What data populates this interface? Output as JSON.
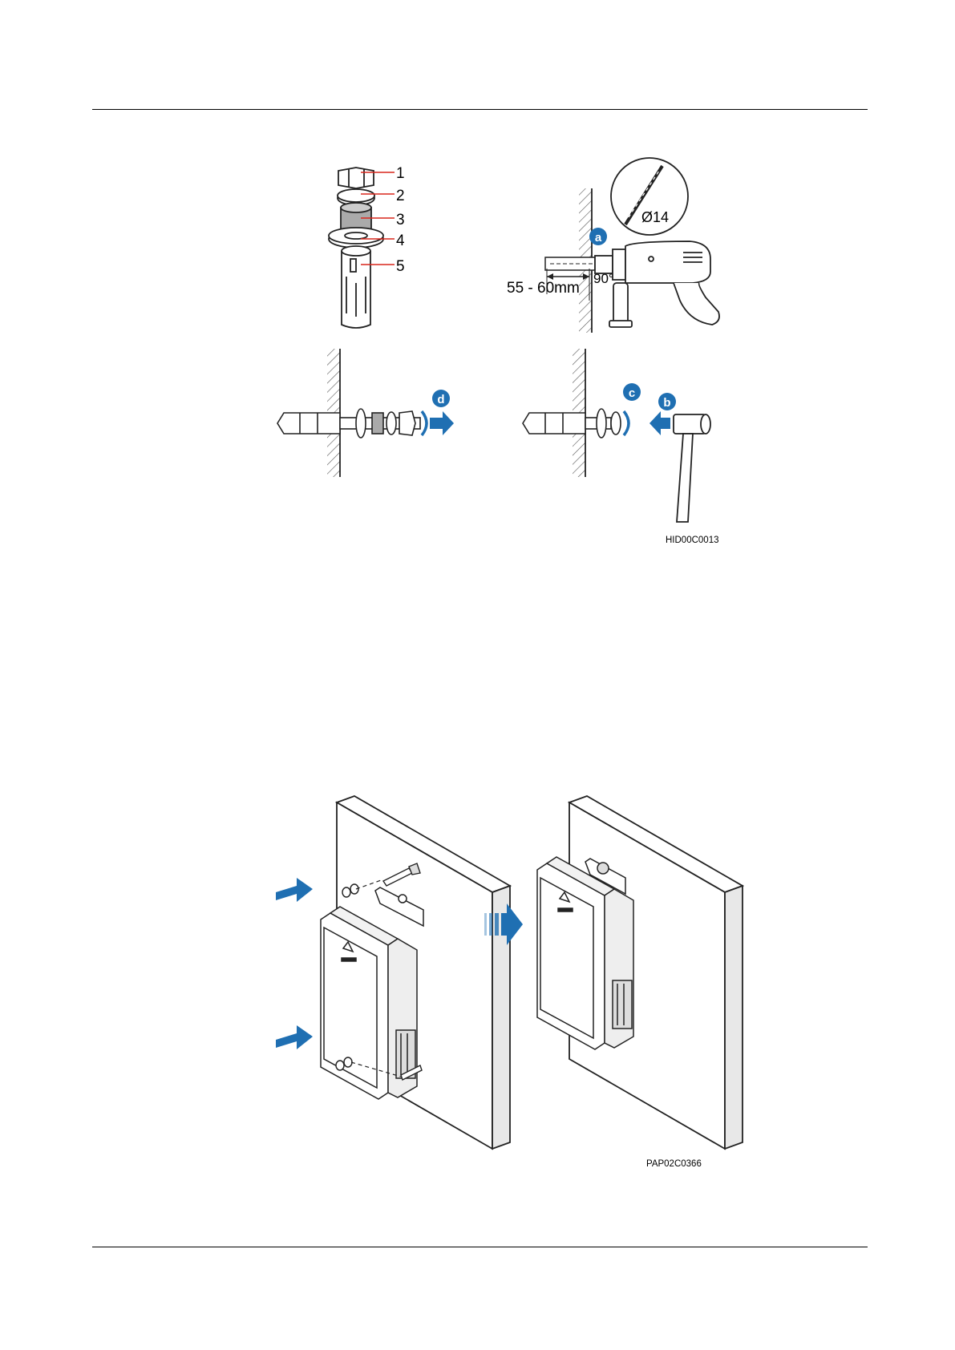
{
  "figure1": {
    "callouts": [
      "1",
      "2",
      "3",
      "4",
      "5"
    ],
    "steps": {
      "a": "a",
      "b": "b",
      "c": "c",
      "d": "d"
    },
    "drill_bit_diameter": "Ø14",
    "hole_depth": "55 - 60mm",
    "drill_angle": "90°",
    "figure_id": "HID00C0013"
  },
  "figure2": {
    "figure_id": "PAP02C0366"
  },
  "colors": {
    "accent": "#1f6fb2",
    "callout_line": "#d9261c"
  }
}
